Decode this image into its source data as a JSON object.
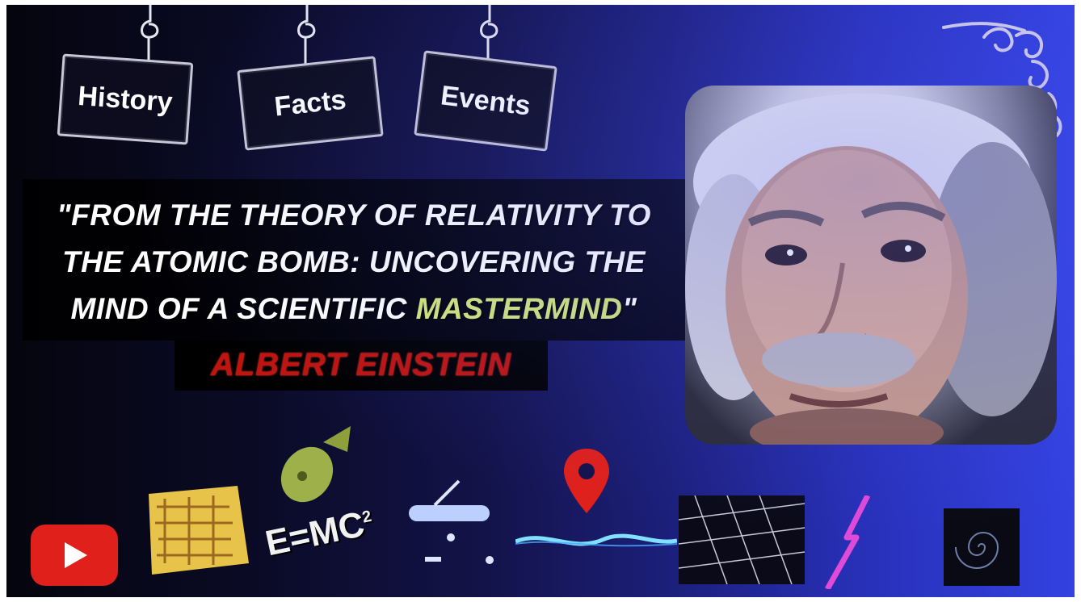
{
  "tags": {
    "history": "History",
    "facts": "Facts",
    "events": "Events"
  },
  "headline": {
    "line1": "\"FROM THE THEORY OF RELATIVITY TO",
    "line2_a": "THE ATOMIC BOMB: UNCOVERING THE",
    "line3_a": "MIND OF A SCIENTIFIC ",
    "line3_b": "MASTERMIND",
    "line3_c": "\""
  },
  "author": "ALBERT EINSTEIN",
  "formula": "E=MC",
  "formula_exp": "2",
  "colors": {
    "highlight": "#d6e87a",
    "author_red": "#c0140f",
    "youtube_red": "#e0201a"
  },
  "icons": [
    "youtube-icon",
    "cube-icon",
    "bomb-icon",
    "formula-icon",
    "satellite-icon",
    "location-pin-icon",
    "light-wave-icon",
    "grid-icon",
    "lightning-icon",
    "spiral-icon",
    "ornament-icon"
  ]
}
